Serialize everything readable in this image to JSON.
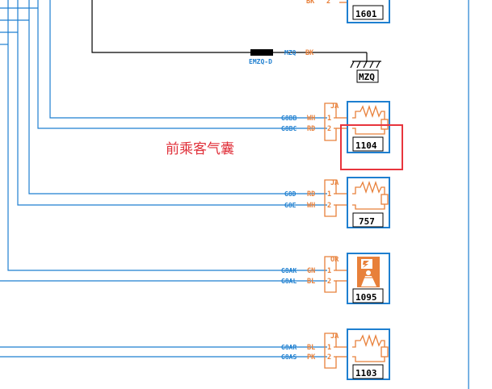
{
  "annotation": "前乘客气囊",
  "highlight_color": "#e8353d",
  "wire_color": "#1e7fd0",
  "pin_color": "#e8803a",
  "top_connector": {
    "color": "BK",
    "pin": "2",
    "component": "1601"
  },
  "splice": {
    "label": "EMZQ-D",
    "wire": "MZQ",
    "color": "BK",
    "ground": "MZQ"
  },
  "components": [
    {
      "id": "1104",
      "connector": "JA",
      "icon": "resistor-icon",
      "pins": [
        {
          "wire": "G8BB",
          "color": "WH",
          "pin": "1"
        },
        {
          "wire": "G8BC",
          "color": "RD",
          "pin": "2"
        }
      ]
    },
    {
      "id": "757",
      "connector": "JA",
      "icon": "resistor-icon",
      "pins": [
        {
          "wire": "G8D",
          "color": "RD",
          "pin": "1"
        },
        {
          "wire": "G8E",
          "color": "WH",
          "pin": "2"
        }
      ]
    },
    {
      "id": "1095",
      "connector": "OR",
      "icon": "airbag-icon",
      "pins": [
        {
          "wire": "G8AK",
          "color": "GN",
          "pin": "1"
        },
        {
          "wire": "G8AL",
          "color": "BL",
          "pin": "2"
        }
      ]
    },
    {
      "id": "1103",
      "connector": "JA",
      "icon": "resistor-icon",
      "pins": [
        {
          "wire": "G8AR",
          "color": "BL",
          "pin": "1"
        },
        {
          "wire": "G8AS",
          "color": "PK",
          "pin": "2"
        }
      ]
    }
  ]
}
